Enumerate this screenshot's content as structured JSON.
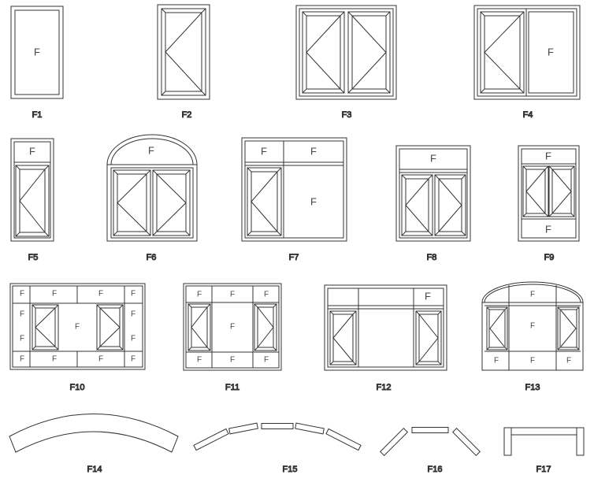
{
  "fixed_mark": "F",
  "figures": [
    {
      "id": "f1",
      "label": "F1"
    },
    {
      "id": "f2",
      "label": "F2"
    },
    {
      "id": "f3",
      "label": "F3"
    },
    {
      "id": "f4",
      "label": "F4"
    },
    {
      "id": "f5",
      "label": "F5"
    },
    {
      "id": "f6",
      "label": "F6"
    },
    {
      "id": "f7",
      "label": "F7"
    },
    {
      "id": "f8",
      "label": "F8"
    },
    {
      "id": "f9",
      "label": "F9"
    },
    {
      "id": "f10",
      "label": "F10"
    },
    {
      "id": "f11",
      "label": "F11"
    },
    {
      "id": "f12",
      "label": "F12"
    },
    {
      "id": "f13",
      "label": "F13"
    },
    {
      "id": "f14",
      "label": "F14"
    },
    {
      "id": "f15",
      "label": "F15"
    },
    {
      "id": "f16",
      "label": "F16"
    },
    {
      "id": "f17",
      "label": "F17"
    }
  ]
}
